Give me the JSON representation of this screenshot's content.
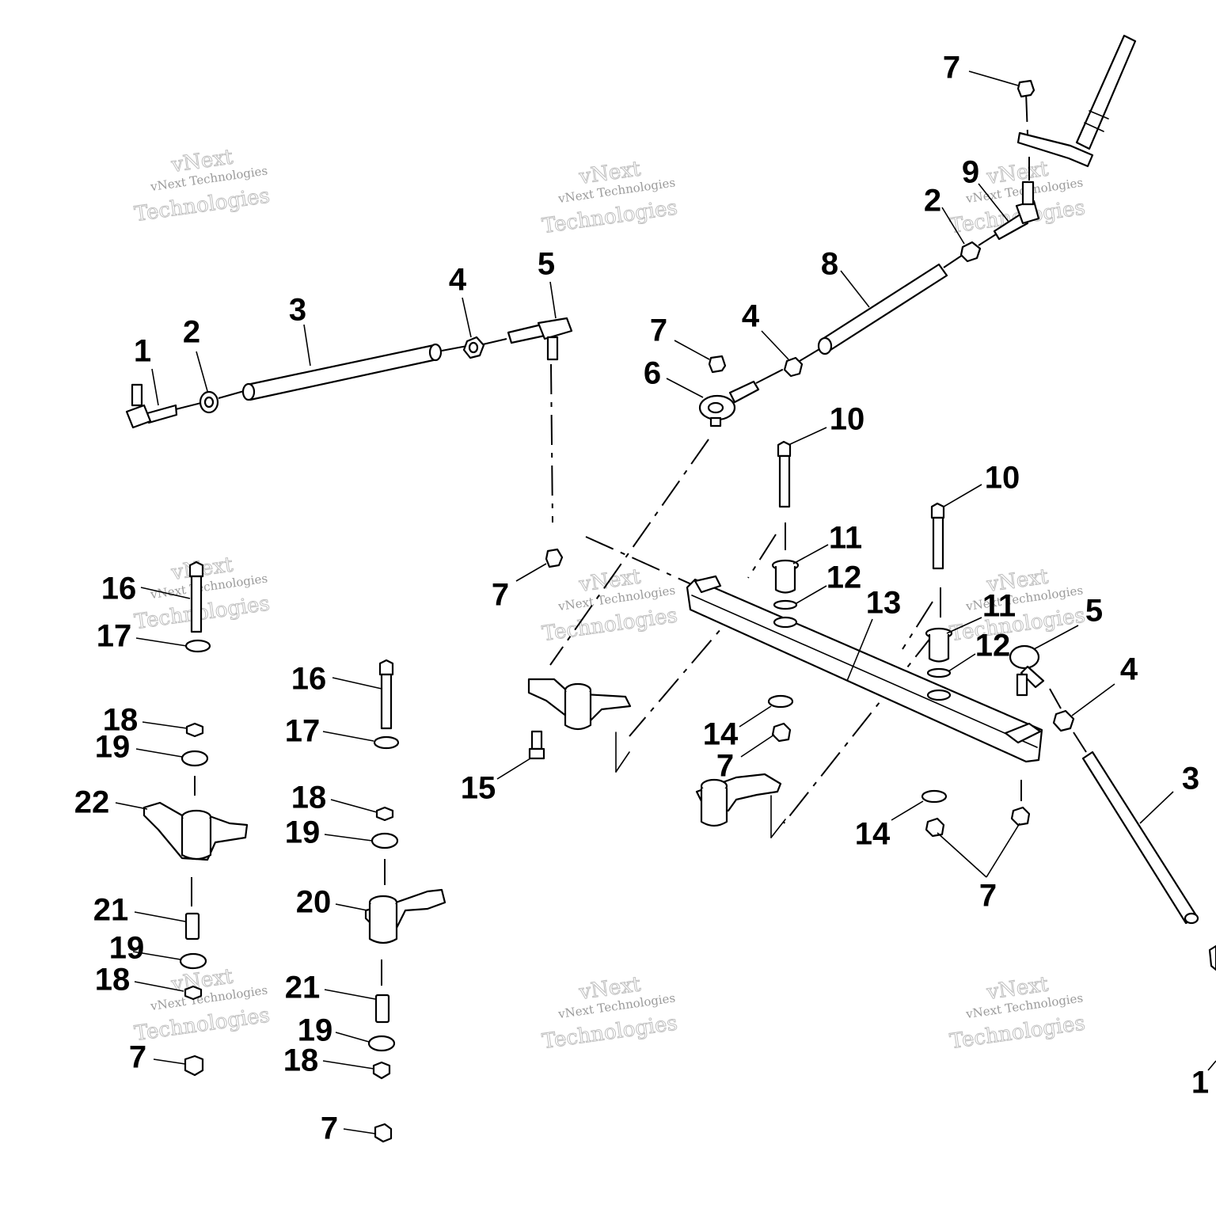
{
  "watermark": {
    "line1": "vNext",
    "line2": "vNext Technologies",
    "line3": "Technologies"
  },
  "callouts": [
    {
      "id": "c1a",
      "label": "1"
    },
    {
      "id": "c2a",
      "label": "2"
    },
    {
      "id": "c3a",
      "label": "3"
    },
    {
      "id": "c4a",
      "label": "4"
    },
    {
      "id": "c5a",
      "label": "5"
    },
    {
      "id": "c7a",
      "label": "7"
    },
    {
      "id": "c6a",
      "label": "6"
    },
    {
      "id": "c4b",
      "label": "4"
    },
    {
      "id": "c8a",
      "label": "8"
    },
    {
      "id": "c2b",
      "label": "2"
    },
    {
      "id": "c9a",
      "label": "9"
    },
    {
      "id": "c7b",
      "label": "7"
    },
    {
      "id": "c10a",
      "label": "10"
    },
    {
      "id": "c10b",
      "label": "10"
    },
    {
      "id": "c11a",
      "label": "11"
    },
    {
      "id": "c12a",
      "label": "12"
    },
    {
      "id": "c13a",
      "label": "13"
    },
    {
      "id": "c11b",
      "label": "11"
    },
    {
      "id": "c12b",
      "label": "12"
    },
    {
      "id": "c5b",
      "label": "5"
    },
    {
      "id": "c4c",
      "label": "4"
    },
    {
      "id": "c3b",
      "label": "3"
    },
    {
      "id": "c1b",
      "label": "1"
    },
    {
      "id": "c7c",
      "label": "7"
    },
    {
      "id": "c14a",
      "label": "14"
    },
    {
      "id": "c7d",
      "label": "7"
    },
    {
      "id": "c15a",
      "label": "15"
    },
    {
      "id": "c14b",
      "label": "14"
    },
    {
      "id": "c7e",
      "label": "7"
    },
    {
      "id": "c16a",
      "label": "16"
    },
    {
      "id": "c17a",
      "label": "17"
    },
    {
      "id": "c18a",
      "label": "18"
    },
    {
      "id": "c19a",
      "label": "19"
    },
    {
      "id": "c22a",
      "label": "22"
    },
    {
      "id": "c21a",
      "label": "21"
    },
    {
      "id": "c19b",
      "label": "19"
    },
    {
      "id": "c18b",
      "label": "18"
    },
    {
      "id": "c7f",
      "label": "7"
    },
    {
      "id": "c16b",
      "label": "16"
    },
    {
      "id": "c17b",
      "label": "17"
    },
    {
      "id": "c18c",
      "label": "18"
    },
    {
      "id": "c19c",
      "label": "19"
    },
    {
      "id": "c20a",
      "label": "20"
    },
    {
      "id": "c21b",
      "label": "21"
    },
    {
      "id": "c19d",
      "label": "19"
    },
    {
      "id": "c18d",
      "label": "18"
    },
    {
      "id": "c7g",
      "label": "7"
    }
  ]
}
